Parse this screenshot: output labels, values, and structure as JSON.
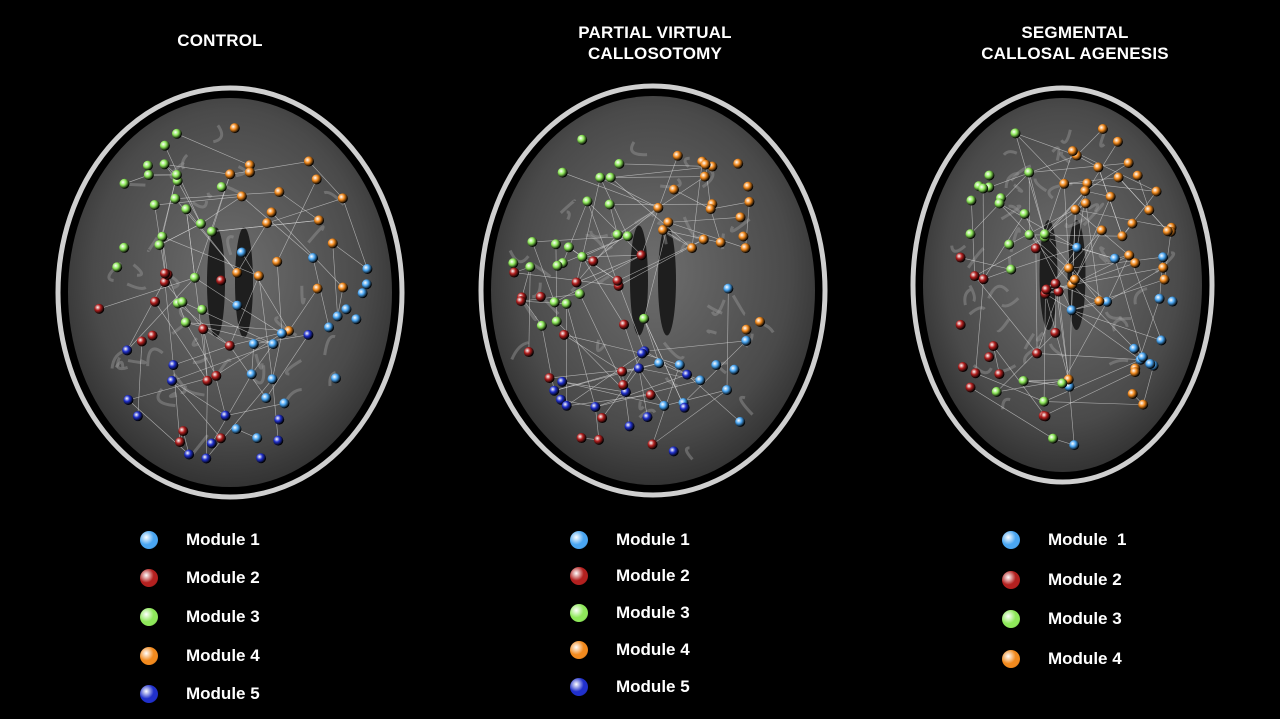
{
  "colors": {
    "background": "#000000",
    "module_1": "#4aa6f2",
    "module_2": "#b3201f",
    "module_3": "#8ee85a",
    "module_4": "#f28a1e",
    "module_5": "#2030cc"
  },
  "panels": [
    {
      "title": "CONTROL",
      "legend": [
        {
          "label": "Module 1",
          "color": "module_1"
        },
        {
          "label": "Module 2",
          "color": "module_2"
        },
        {
          "label": "Module 3",
          "color": "module_3"
        },
        {
          "label": "Module 4",
          "color": "module_4"
        },
        {
          "label": "Module 5",
          "color": "module_5"
        }
      ]
    },
    {
      "title": "PARTIAL VIRTUAL\nCALLOSOTOMY",
      "legend": [
        {
          "label": "Module 1",
          "color": "module_1"
        },
        {
          "label": "Module 2",
          "color": "module_2"
        },
        {
          "label": "Module 3",
          "color": "module_3"
        },
        {
          "label": "Module 4",
          "color": "module_4"
        },
        {
          "label": "Module 5",
          "color": "module_5"
        }
      ]
    },
    {
      "title": "SEGMENTAL\nCALLOSAL AGENESIS",
      "legend": [
        {
          "label": "Module  1",
          "color": "module_1"
        },
        {
          "label": "Module 2",
          "color": "module_2"
        },
        {
          "label": "Module 3",
          "color": "module_3"
        },
        {
          "label": "Module 4",
          "color": "module_4"
        }
      ]
    }
  ]
}
